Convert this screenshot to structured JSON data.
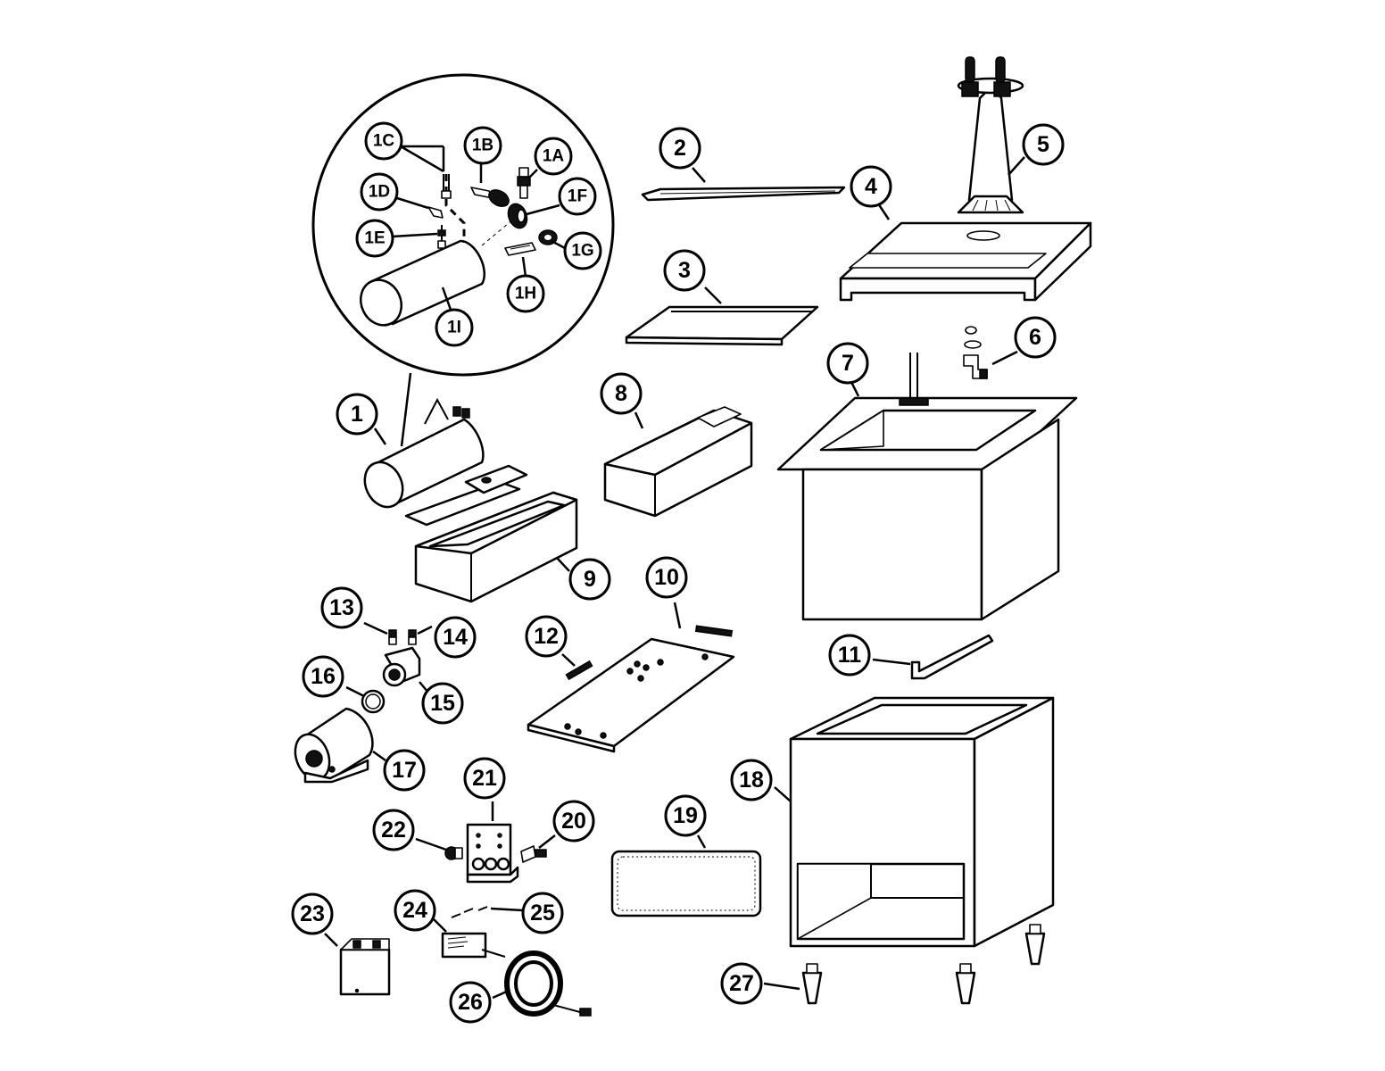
{
  "callouts": {
    "c1": "1",
    "c1A": "1A",
    "c1B": "1B",
    "c1C": "1C",
    "c1D": "1D",
    "c1E": "1E",
    "c1F": "1F",
    "c1G": "1G",
    "c1H": "1H",
    "c1I": "1I",
    "c2": "2",
    "c3": "3",
    "c4": "4",
    "c5": "5",
    "c6": "6",
    "c7": "7",
    "c8": "8",
    "c9": "9",
    "c10": "10",
    "c11": "11",
    "c12": "12",
    "c13": "13",
    "c14": "14",
    "c15": "15",
    "c16": "16",
    "c17": "17",
    "c18": "18",
    "c19": "19",
    "c20": "20",
    "c21": "21",
    "c22": "22",
    "c23": "23",
    "c24": "24",
    "c25": "25",
    "c26": "26",
    "c27": "27"
  },
  "colors": {
    "line": "#000000",
    "background": "#ffffff"
  }
}
